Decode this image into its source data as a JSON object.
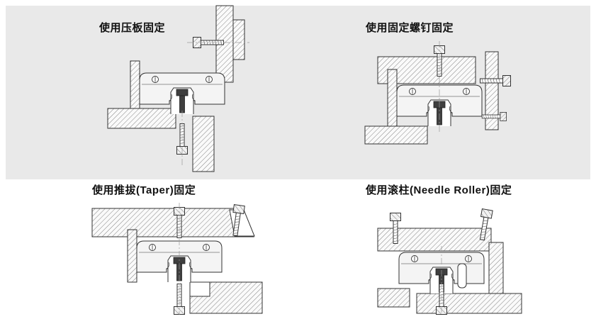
{
  "page": {
    "background": "#ffffff",
    "panel_background": "#e9e9e9",
    "line_color": "#333333",
    "hatch_color": "#666666"
  },
  "sections": [
    {
      "id": "clamp-plate",
      "label": "使用压板固定"
    },
    {
      "id": "set-screw",
      "label": "使用固定螺钉固定"
    },
    {
      "id": "taper",
      "label": "使用推拔(Taper)固定"
    },
    {
      "id": "needle-roller",
      "label": "使用滚柱(Needle Roller)固定"
    }
  ]
}
